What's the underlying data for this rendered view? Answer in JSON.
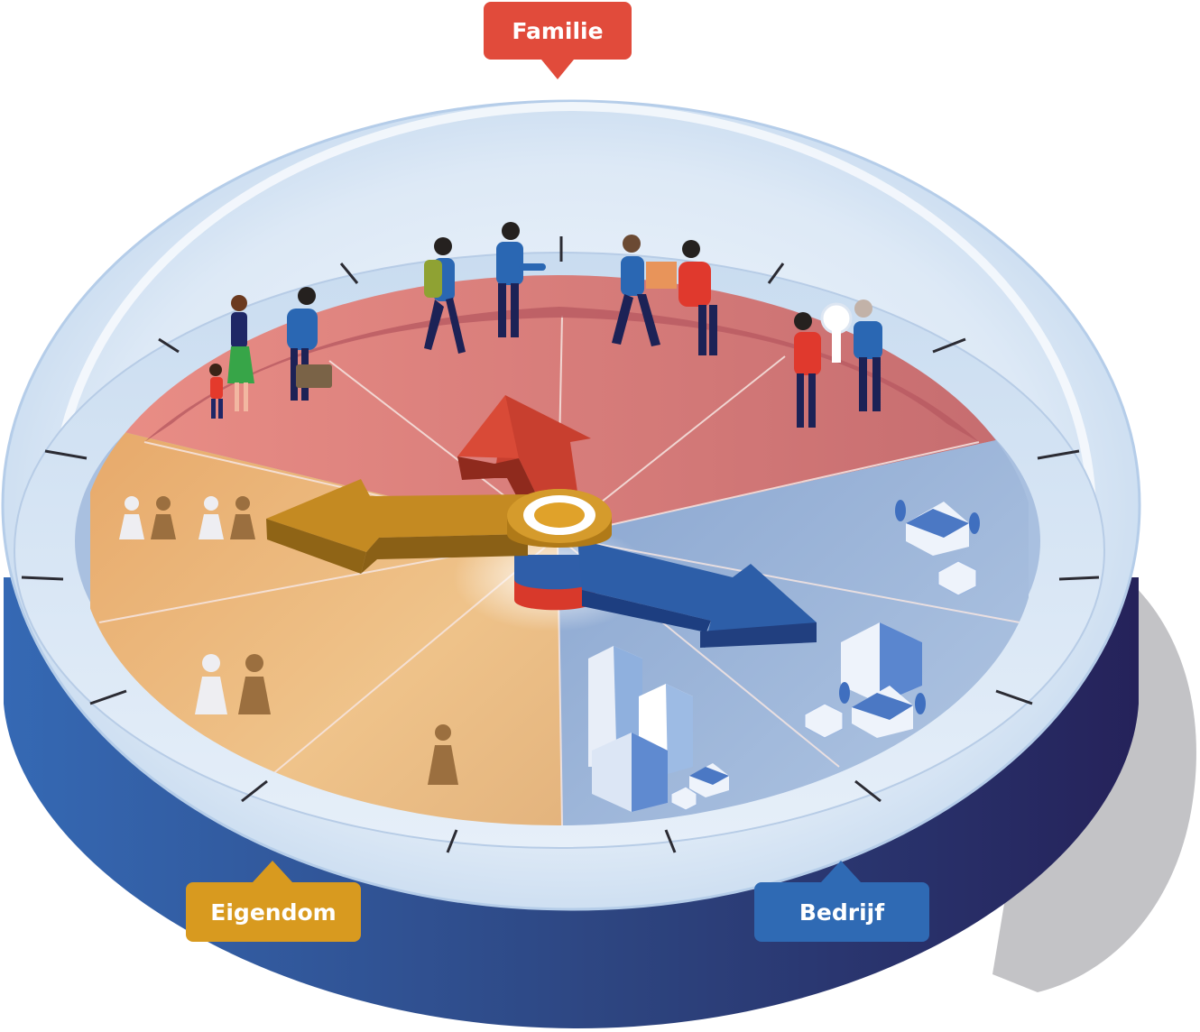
{
  "labels": {
    "familie": "Familie",
    "eigendom": "Eigendom",
    "bedrijf": "Bedrijf"
  },
  "colors": {
    "familie": "#e14b3b",
    "eigendom": "#d89a1f",
    "bedrijf": "#2f6ab4",
    "base_dark": "#26245e",
    "base_light": "#3567b2",
    "center_ring": "#e0a22a"
  },
  "icons": [
    "family-figures-icon",
    "key-handover-icon",
    "box-handover-icon",
    "pawn-icon",
    "building-icon",
    "house-icon",
    "van-icon"
  ]
}
